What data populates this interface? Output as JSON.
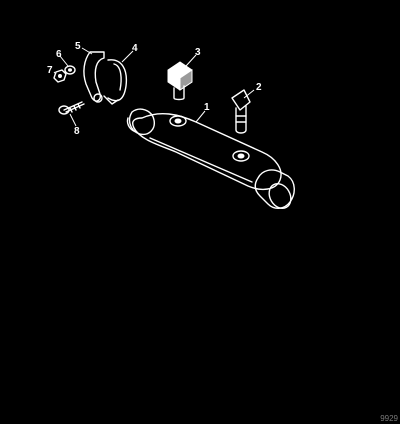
{
  "diagram": {
    "callouts": [
      {
        "id": "callout-1",
        "label": "1"
      },
      {
        "id": "callout-2",
        "label": "2"
      },
      {
        "id": "callout-3",
        "label": "3"
      },
      {
        "id": "callout-4",
        "label": "4"
      },
      {
        "id": "callout-5",
        "label": "5"
      },
      {
        "id": "callout-6",
        "label": "6"
      },
      {
        "id": "callout-7",
        "label": "7"
      },
      {
        "id": "callout-8",
        "label": "8"
      }
    ],
    "reference_code": "9929"
  },
  "colors": {
    "background": "#000000",
    "line_art": "#ffffff",
    "shading": "#9a9a9a",
    "reference_code": "#7a7a7a"
  }
}
